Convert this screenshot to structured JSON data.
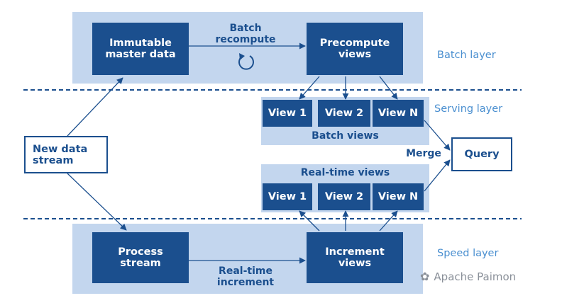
{
  "batch_layer": {
    "label": "Batch layer",
    "master_data": "Immutable\nmaster data",
    "recompute": "Batch\nrecompute",
    "precompute": "Precompute\nviews"
  },
  "serving_layer": {
    "label": "Serving layer",
    "batch_views": [
      "View 1",
      "View 2",
      "View N"
    ],
    "batch_views_caption": "Batch views",
    "realtime_views_caption": "Real-time views",
    "realtime_views": [
      "View 1",
      "View 2",
      "View N"
    ],
    "merge": "Merge",
    "query": "Query"
  },
  "source": {
    "label": "New data\nstream"
  },
  "speed_layer": {
    "label": "Speed layer",
    "process": "Process\nstream",
    "realtime_increment": "Real-time\nincrement",
    "increment": "Increment\nviews"
  },
  "watermark": {
    "text": "Apache Paimon"
  },
  "colors": {
    "dark": "#1b4f8e",
    "light": "#c3d6ee",
    "layer_text": "#4a8fd0"
  }
}
